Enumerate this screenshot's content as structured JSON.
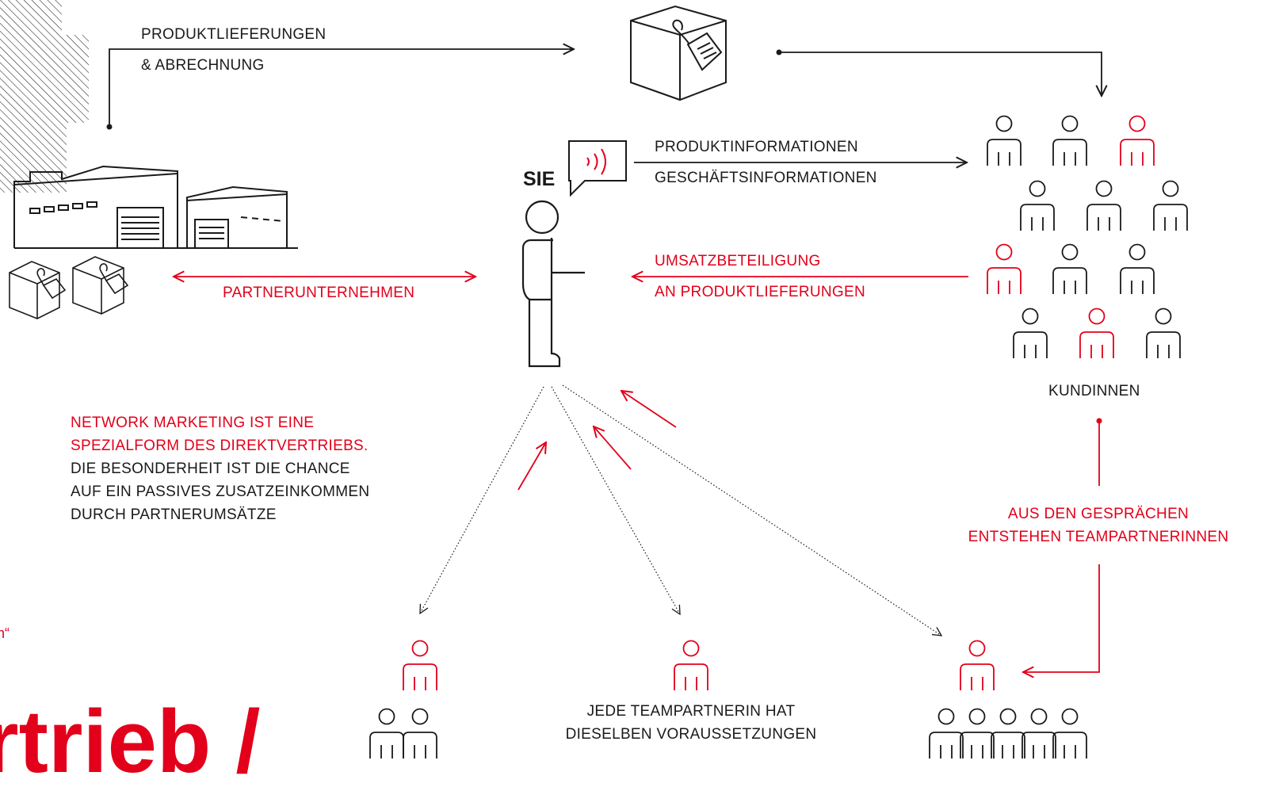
{
  "labels": {
    "produktlieferungen": "PRODUKTLIEFERUNGEN",
    "abrechnung": "& ABRECHNUNG",
    "produktinformationen": "PRODUKTINFORMATIONEN",
    "geschaeftsinformationen": "GESCHÄFTSINFORMATIONEN",
    "sie": "SIE",
    "partnerunternehmen": "PARTNERUNTERNEHMEN",
    "umsatzbeteiligung": "UMSATZBETEILIGUNG",
    "an_produktlieferungen": "AN PRODUKTLIEFERUNGEN",
    "kundinnen": "KUNDINNEN",
    "gespraeche_line1": "AUS DEN GESPRÄCHEN",
    "gespraeche_line2": "ENTSTEHEN TEAMPARTNERINNEN",
    "voraussetzungen_line1": "JEDE TEAMPARTNERIN HAT",
    "voraussetzungen_line2": "DIESELBEN VORAUSSETZUNGEN"
  },
  "info_text": {
    "red_lines": [
      "NETWORK MARKETING IST EINE",
      "SPEZIALFORM DES DIREKTVERTRIEBS."
    ],
    "black_lines": [
      "DIE BESONDERHEIT IST DIE CHANCE",
      "AUF EIN PASSIVES ZUSATZEINKOMMEN",
      "DURCH PARTNERUMSÄTZE"
    ]
  },
  "cropped_text": {
    "big_title_fragment": "rtrieb /",
    "left_edge_fragment": "n“"
  },
  "colors": {
    "accent": "#e2001a",
    "ink": "#1a1a1a",
    "background": "#ffffff"
  },
  "icons": {
    "factory": "factory-building-icon",
    "package": "package-with-tag-icon",
    "person": "person-icon",
    "speech": "speech-bubble-sound-icon"
  }
}
